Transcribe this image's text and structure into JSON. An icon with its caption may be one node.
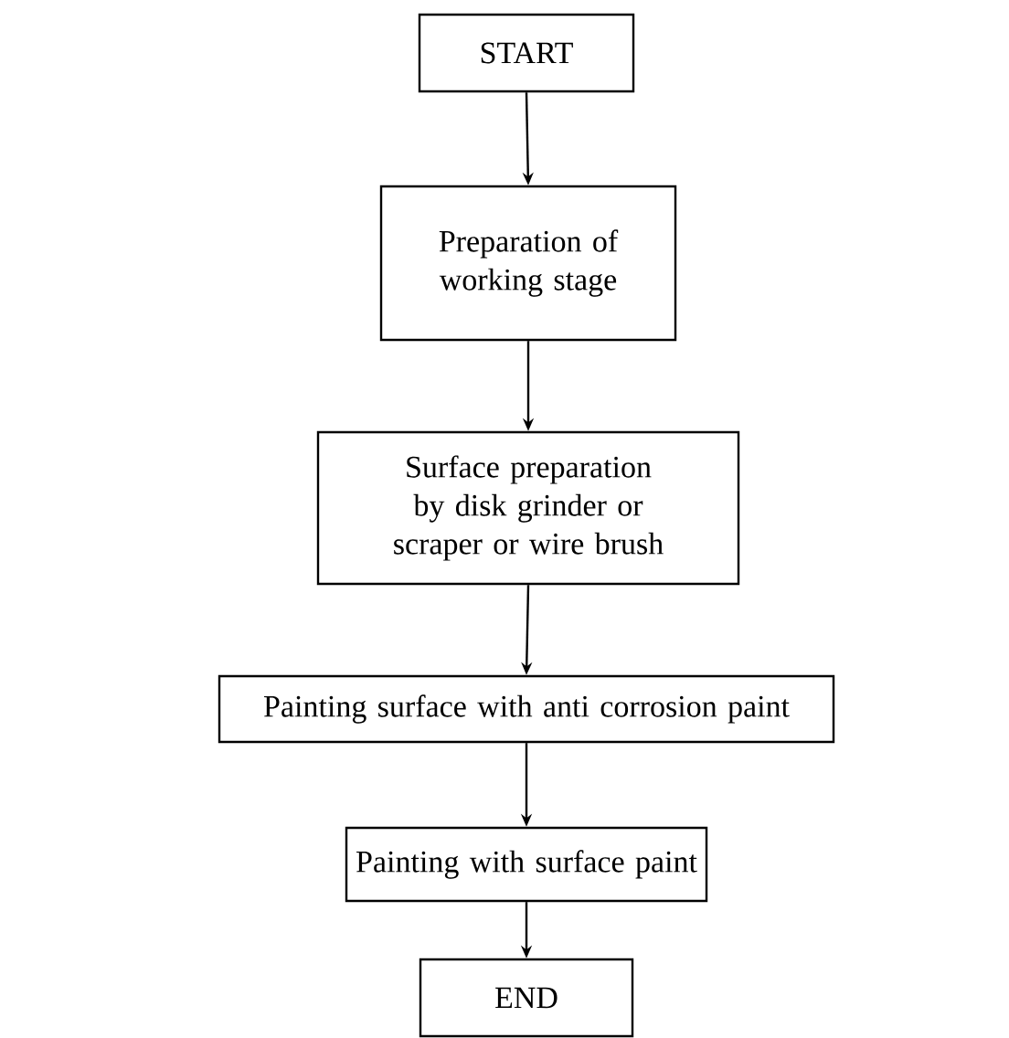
{
  "diagram": {
    "nodes": [
      {
        "text": [
          "START"
        ]
      },
      {
        "text": [
          "Preparation of working stage"
        ]
      },
      {
        "text": [
          "Surface preparation by disk grinder or scraper or wire brush"
        ]
      },
      {
        "text": [
          "Painting surface with anti corrosion paint"
        ]
      },
      {
        "text": [
          "Painting with surface paint"
        ]
      },
      {
        "text": [
          "END"
        ]
      }
    ],
    "edges": [
      {
        "from": 0,
        "to": 1,
        "arrow": "to"
      },
      {
        "from": 1,
        "to": 2,
        "arrow": "to"
      },
      {
        "from": 2,
        "to": 3,
        "arrow": "to"
      },
      {
        "from": 3,
        "to": 4,
        "arrow": "to"
      },
      {
        "from": 4,
        "to": 5,
        "arrow": "to"
      }
    ]
  }
}
